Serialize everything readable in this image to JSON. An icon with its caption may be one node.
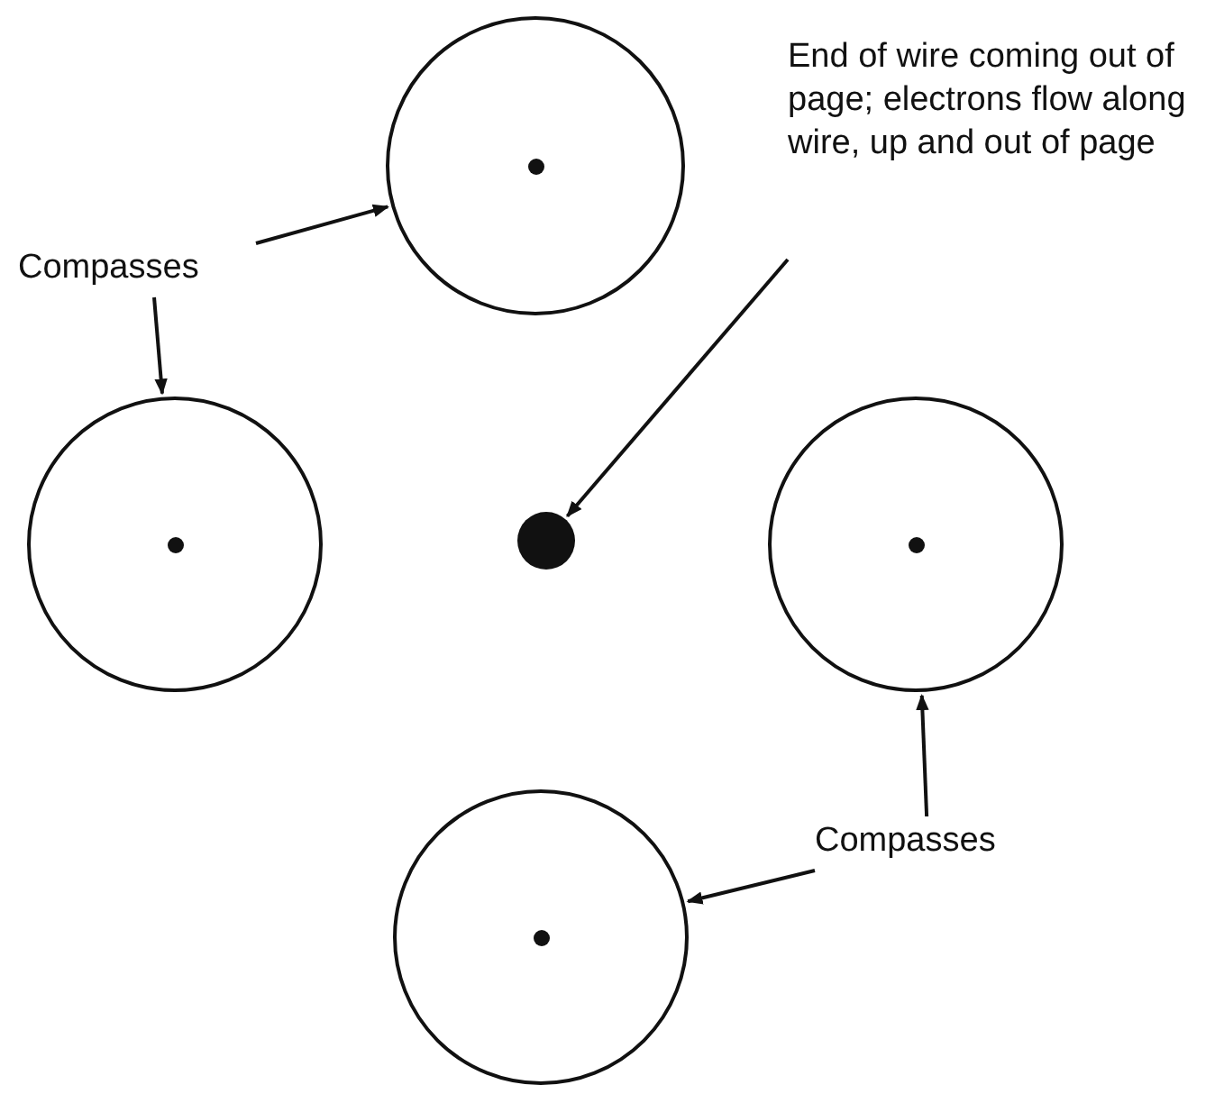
{
  "diagram": {
    "nodes": [
      {
        "text": [],
        "shape": "circle"
      },
      {
        "text": [
          "Compasses"
        ]
      },
      {
        "text": [
          "End of wire coming out of page; electrons flow along wire, up and out of page"
        ]
      },
      {
        "text": [],
        "shape": "circle"
      },
      {
        "text": [],
        "shape": "circle"
      },
      {
        "text": [],
        "shape": "circle"
      },
      {
        "text": [],
        "shape": "circle"
      },
      {
        "text": [
          "Compasses"
        ]
      }
    ],
    "edges": [
      {
        "from": 1,
        "to": 0,
        "arrow": "to"
      },
      {
        "from": 1,
        "to": 3,
        "arrow": "to"
      },
      {
        "from": 2,
        "to": 4,
        "arrow": "to"
      },
      {
        "from": 7,
        "to": 5,
        "arrow": "to"
      },
      {
        "from": 7,
        "to": 6,
        "arrow": "to"
      }
    ]
  }
}
